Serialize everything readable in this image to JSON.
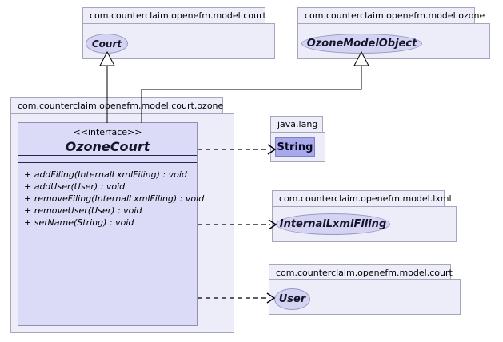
{
  "diagram": {
    "packages": {
      "court_top": {
        "label": "com.counterclaim.openefm.model.court"
      },
      "ozone_top": {
        "label": "com.counterclaim.openefm.model.ozone"
      },
      "court_ozone": {
        "label": "com.counterclaim.openefm.model.court.ozone"
      },
      "java_lang": {
        "label": "java.lang"
      },
      "lxml": {
        "label": "com.counterclaim.openefm.model.lxml"
      },
      "court_bottom": {
        "label": "com.counterclaim.openefm.model.court"
      }
    },
    "nodes": {
      "court": {
        "name": "Court"
      },
      "ozone_model_object": {
        "name": "OzoneModelObject"
      },
      "ozone_court": {
        "stereotype": "<<interface>>",
        "name": "OzoneCourt",
        "methods": [
          "+ addFiling(InternalLxmlFiling) : void",
          "+ addUser(User) : void",
          "+ removeFiling(InternalLxmlFiling) : void",
          "+ removeUser(User) : void",
          "+ setName(String) : void"
        ]
      },
      "string": {
        "name": "String"
      },
      "internal_lxml_filing": {
        "name": "InternalLxmlFiling"
      },
      "user": {
        "name": "User"
      }
    },
    "edges": {
      "generalization_targets": [
        "Court",
        "OzoneModelObject"
      ],
      "dependency_targets": [
        "String",
        "InternalLxmlFiling",
        "User"
      ]
    },
    "colors": {
      "package_fill": "#ededfa",
      "package_border": "#a6a6ba",
      "node_fill": "#d4d4f2",
      "node_border": "#9898c8",
      "class_box_fill": "#dbdbf8",
      "highlight_fill": "#a8a8ec",
      "edge": "#000000"
    }
  }
}
